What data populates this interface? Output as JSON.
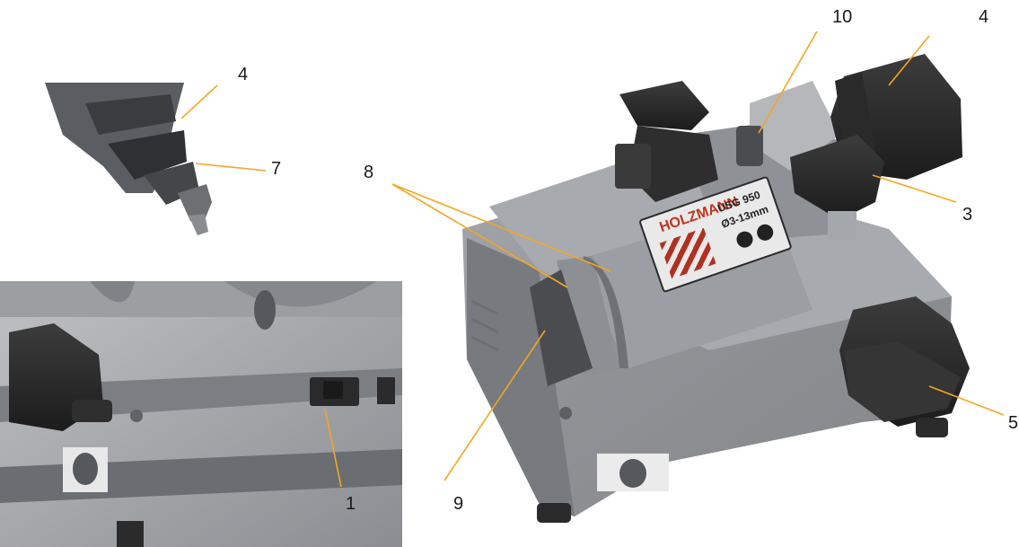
{
  "callouts": {
    "detail_tip_4": "4",
    "detail_tip_7": "7",
    "label_8": "8",
    "label_10": "10",
    "label_4_main": "4",
    "label_3": "3",
    "label_5": "5",
    "label_9": "9",
    "label_1": "1"
  },
  "device_label": {
    "brand": "HOLZMANN",
    "model": "USG 950",
    "range": "Ø3-13mm"
  },
  "colors": {
    "leader": "#f5a623",
    "housing": "#8e9195",
    "housing_dark": "#6f7276",
    "knob": "#2b2b2b",
    "brand_red": "#c2341e"
  }
}
